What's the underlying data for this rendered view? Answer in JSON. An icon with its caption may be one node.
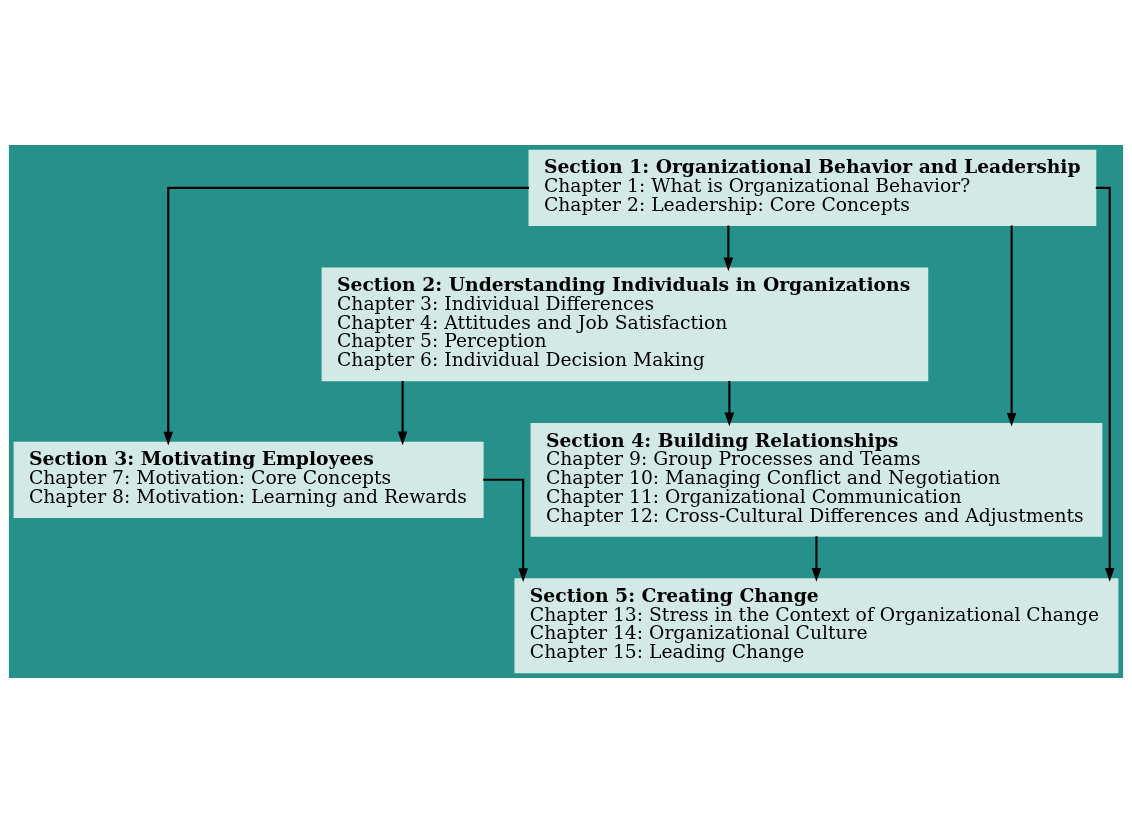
{
  "diagram": {
    "nodes": [
      {
        "text": [
          "Section 1: Organizational Behavior and Leadership",
          "Chapter 1: What is Organizational Behavior?",
          "Chapter 2: Leadership: Core Concepts"
        ]
      },
      {
        "text": [
          "Section 2: Understanding Individuals in Organizations",
          "Chapter 3: Individual Differences",
          "Chapter 4: Attitudes and Job Satisfaction",
          "Chapter 5: Perception",
          "Chapter 6: Individual Decision Making"
        ]
      },
      {
        "text": [
          "Section 3: Motivating Employees",
          "Chapter 7: Motivation: Core Concepts",
          "Chapter 8: Motivation: Learning and Rewards"
        ]
      },
      {
        "text": [
          "Section 4: Building Relationships",
          "Chapter 9: Group Processes and Teams",
          "Chapter 10: Managing Conflict and Negotiation",
          "Chapter 11: Organizational Communication",
          "Chapter 12: Cross-Cultural Differences and Adjustments"
        ]
      },
      {
        "text": [
          "Section 5: Creating Change",
          "Chapter 13: Stress in the Context of Organizational Change",
          "Chapter 14: Organizational Culture",
          "Chapter 15: Leading Change"
        ]
      }
    ],
    "edges": [
      {
        "from": 0,
        "to": 1,
        "arrow": "to"
      },
      {
        "from": 0,
        "to": 2,
        "arrow": "to"
      },
      {
        "from": 0,
        "to": 3,
        "arrow": "to"
      },
      {
        "from": 0,
        "to": 4,
        "arrow": "to"
      },
      {
        "from": 1,
        "to": 2,
        "arrow": "to"
      },
      {
        "from": 1,
        "to": 3,
        "arrow": "to"
      },
      {
        "from": 2,
        "to": 4,
        "arrow": "to"
      },
      {
        "from": 3,
        "to": 4,
        "arrow": "to"
      }
    ]
  }
}
